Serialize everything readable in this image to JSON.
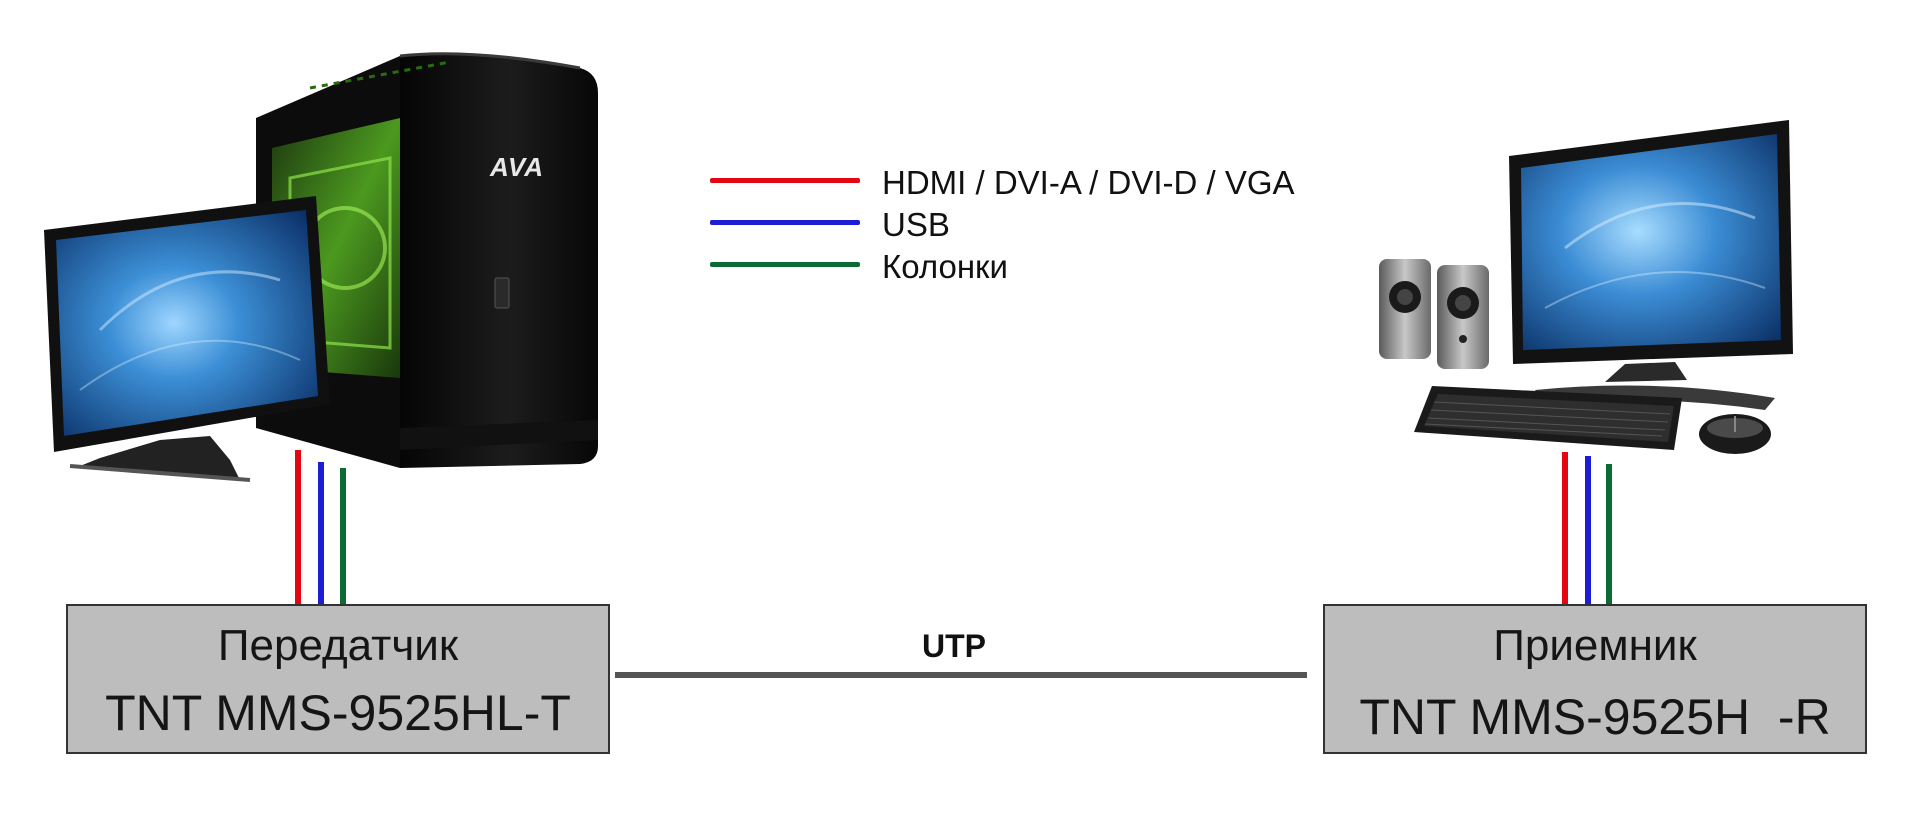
{
  "legend": {
    "items": [
      {
        "label": "HDMI / DVI-A / DVI-D / VGA",
        "color": "#e30613"
      },
      {
        "label": "USB",
        "color": "#1d1dd6"
      },
      {
        "label": "Колонки",
        "color": "#0a6b34"
      }
    ]
  },
  "transmitter": {
    "role": "Передатчик",
    "model": "TNT MMS-9525HL-T"
  },
  "receiver": {
    "role": "Приемник",
    "model": "TNT MMS-9525H  -R"
  },
  "link": {
    "label": "UTP"
  },
  "pc": {
    "case_logo": "AVA"
  }
}
